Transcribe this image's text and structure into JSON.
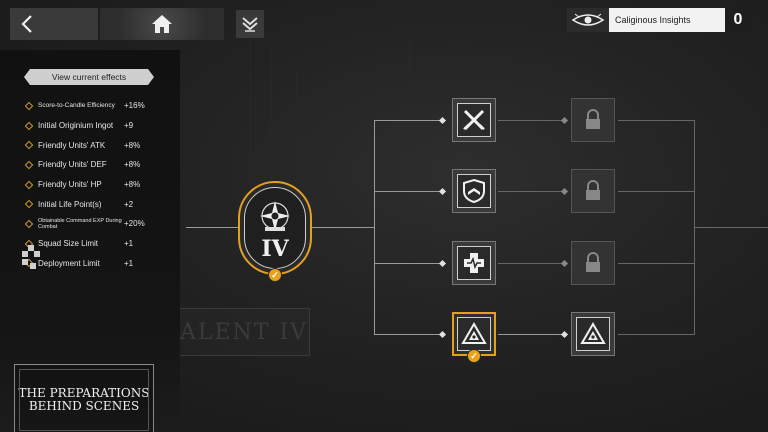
{
  "topbar": {
    "back_icon": "chevron-left-icon",
    "home_icon": "home-icon",
    "network_icon": "network-crest-icon"
  },
  "insights": {
    "icon": "eye-icon",
    "label": "Caliginous Insights",
    "count": "0"
  },
  "effects": {
    "button_label": "View current effects",
    "items": [
      {
        "name": "Score-to-Candle Efficiency",
        "value": "+16%"
      },
      {
        "name": "Initial Originium Ingot",
        "value": "+9"
      },
      {
        "name": "Friendly Units' ATK",
        "value": "+8%"
      },
      {
        "name": "Friendly Units' DEF",
        "value": "+8%"
      },
      {
        "name": "Friendly Units' HP",
        "value": "+8%"
      },
      {
        "name": "Initial Life Point(s)",
        "value": "+2"
      },
      {
        "name": "Obtainable Command EXP During Combat",
        "value": "+20%"
      },
      {
        "name": "Squad Size Limit",
        "value": "+1"
      },
      {
        "name": "Deployment Limit",
        "value": "+1"
      }
    ]
  },
  "theme": {
    "line1": "THE PREPARATIONS",
    "line2": "BEHIND SCENES"
  },
  "watermark": "ALENT IV",
  "tree": {
    "root": {
      "numeral": "IV",
      "icon": "compass-star-icon",
      "completed": true
    },
    "branches": [
      {
        "first": "crossed-swords-icon",
        "first_state": "available",
        "second": "lock-icon",
        "second_state": "locked"
      },
      {
        "first": "shield-icon",
        "first_state": "available",
        "second": "lock-icon",
        "second_state": "locked"
      },
      {
        "first": "medical-cross-icon",
        "first_state": "available",
        "second": "lock-icon",
        "second_state": "locked"
      },
      {
        "first": "triangle-eye-icon",
        "first_state": "selected",
        "second": "triangle-eye-icon",
        "second_state": "available"
      }
    ]
  },
  "colors": {
    "accent": "#e0a020",
    "background": "#1e1e1e",
    "panel": "#121212"
  }
}
